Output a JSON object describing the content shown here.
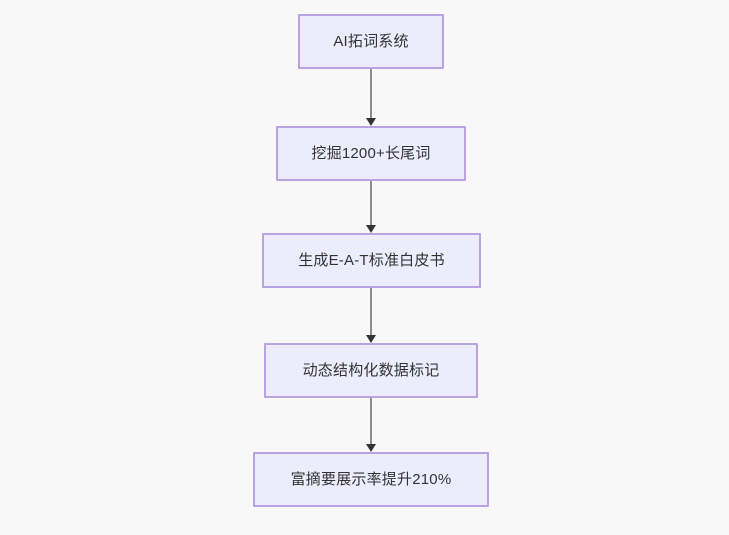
{
  "diagram": {
    "type": "flowchart",
    "direction": "top-to-bottom",
    "background_color": "#f8f8f8",
    "node_fill_color": "#ececfc",
    "node_border_color": "#b8a2e0",
    "node_text_color": "#333333",
    "edge_line_color": "#8c8c8c",
    "edge_arrow_color": "#333333",
    "nodes": [
      {
        "id": "n1",
        "label": "AI拓词系统"
      },
      {
        "id": "n2",
        "label": "挖掘1200+长尾词"
      },
      {
        "id": "n3",
        "label": "生成E-A-T标准白皮书"
      },
      {
        "id": "n4",
        "label": "动态结构化数据标记"
      },
      {
        "id": "n5",
        "label": "富摘要展示率提升210%"
      }
    ],
    "edges": [
      {
        "from": "n1",
        "to": "n2",
        "label": ""
      },
      {
        "from": "n2",
        "to": "n3",
        "label": ""
      },
      {
        "from": "n3",
        "to": "n4",
        "label": ""
      },
      {
        "from": "n4",
        "to": "n5",
        "label": ""
      }
    ]
  }
}
